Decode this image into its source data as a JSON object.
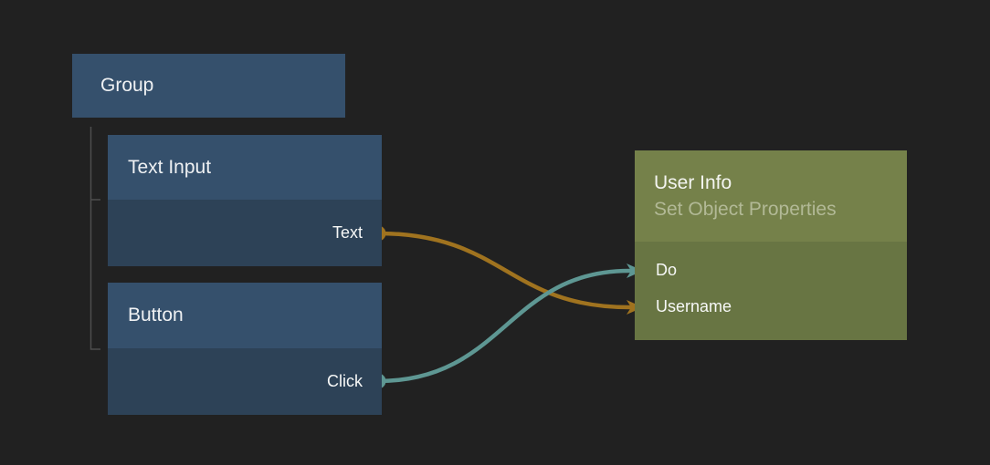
{
  "canvas": {
    "background": "#212121"
  },
  "group_node": {
    "title": "Group"
  },
  "nodes": [
    {
      "title": "Text Input",
      "outputs": [
        {
          "label": "Text",
          "color": "#A0731F"
        }
      ]
    },
    {
      "title": "Button",
      "outputs": [
        {
          "label": "Click",
          "color": "#5E9793"
        }
      ]
    },
    {
      "title": "User Info",
      "subtitle": "Set Object Properties",
      "inputs": [
        {
          "label": "Do",
          "color": "#5E9793"
        },
        {
          "label": "Username",
          "color": "#A0731F"
        }
      ]
    }
  ],
  "connections": [
    {
      "from": "Text Input / Text",
      "to": "User Info / Username",
      "color": "#A0731F"
    },
    {
      "from": "Button / Click",
      "to": "User Info / Do",
      "color": "#5E9793"
    }
  ],
  "colors": {
    "background": "#212121",
    "node_header_blue": "#35506C",
    "node_body_blue": "#2D4257",
    "node_header_olive": "#75814A",
    "node_body_olive": "#687543",
    "tree_line": "#4D4D4D",
    "wire_orange": "#A0731F",
    "wire_teal": "#5E9793",
    "title_text": "#EFF1F3",
    "subtitle_text": "#B2B996"
  }
}
